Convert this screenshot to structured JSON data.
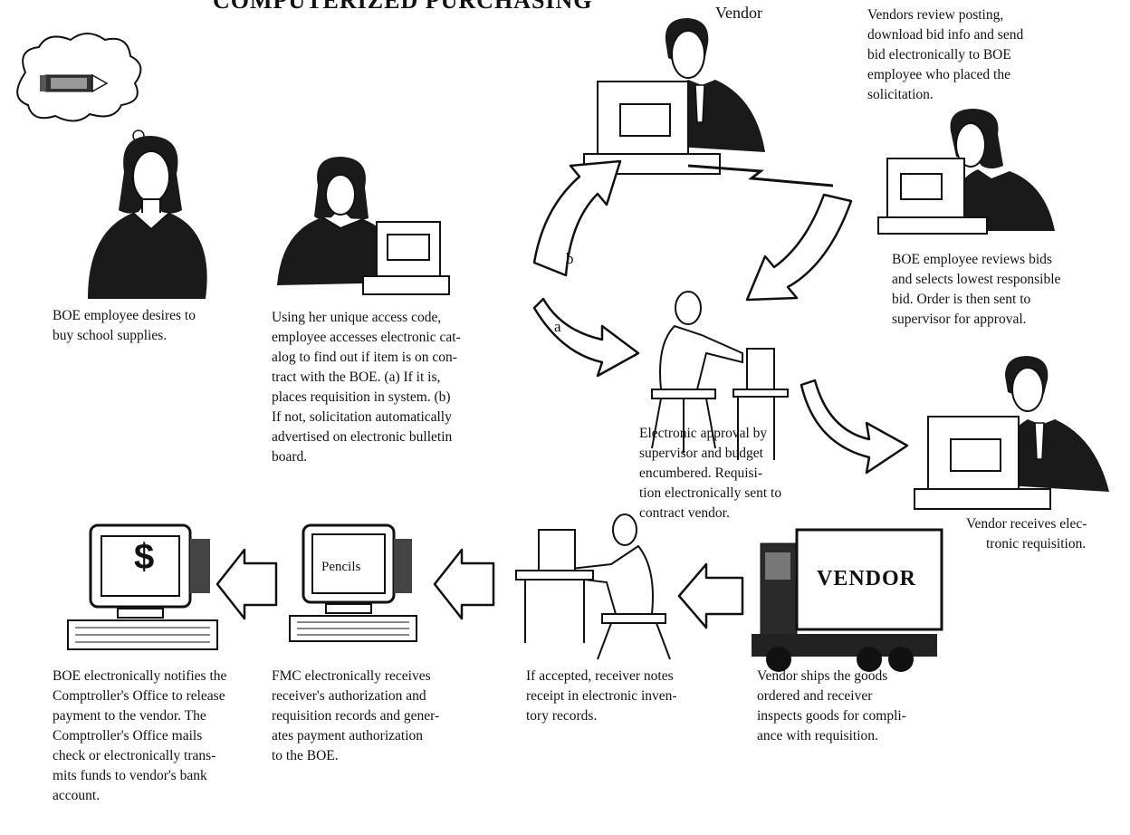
{
  "title": "COMPUTERIZED PURCHASING",
  "vendor_label": "Vendor",
  "arrow_labels": {
    "a": "a",
    "b": "b"
  },
  "screen_labels": {
    "dollar": "$",
    "pencils": "Pencils"
  },
  "truck_label": "VENDOR",
  "steps": {
    "desire": [
      "BOE employee desires to",
      "buy school supplies."
    ],
    "catalog": [
      "Using her unique access code,",
      "employee accesses electronic cat-",
      "alog to find out if item is on con-",
      "tract with the BOE. (a) If it is,",
      "places requisition in system. (b)",
      "If not, solicitation automatically",
      "advertised on electronic bulletin",
      "board."
    ],
    "vendors_review": [
      "Vendors review posting,",
      "download bid info and send",
      "bid electronically to BOE",
      "employee who placed the",
      "solicitation."
    ],
    "boe_reviews": [
      "BOE employee reviews bids",
      "and selects lowest responsible",
      "bid. Order is then sent to",
      "supervisor for approval."
    ],
    "approval": [
      "Electronic approval by",
      "supervisor and budget",
      "encumbered. Requisi-",
      "tion electronically sent to",
      "contract vendor."
    ],
    "vendor_receives": [
      "Vendor receives elec-",
      "tronic requisition."
    ],
    "ships": [
      "Vendor ships the goods",
      "ordered and receiver",
      "inspects goods for compli-",
      "ance with requisition."
    ],
    "accepted": [
      "If accepted, receiver notes",
      "receipt in electronic inven-",
      "tory records."
    ],
    "fmc": [
      "FMC electronically receives",
      "receiver's authorization and",
      "requisition records and gener-",
      "ates payment authorization",
      "to the BOE."
    ],
    "payment": [
      "BOE electronically notifies the",
      "Comptroller's Office to release",
      "payment to the vendor. The",
      "Comptroller's Office mails",
      "check or electronically trans-",
      "mits funds to vendor's bank",
      "account."
    ]
  }
}
